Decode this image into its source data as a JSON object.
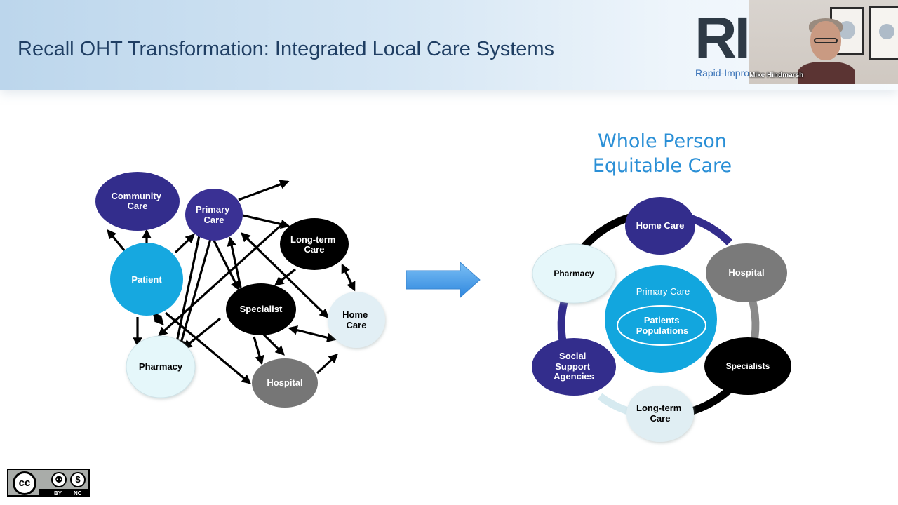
{
  "slide": {
    "title": "Recall OHT Transformation: Integrated Local Care Systems"
  },
  "logo": {
    "mark": "RI",
    "text": "Rapid-Impro"
  },
  "video": {
    "participant_name": "Mike Hindmarsh"
  },
  "license": {
    "cc": "cc",
    "by_label": "BY",
    "nc_label": "NC"
  },
  "left_diagram": {
    "nodes": [
      {
        "id": "community",
        "lines": [
          "Community",
          "Care"
        ],
        "fill": "#332d8c",
        "text_color": "#ffffff"
      },
      {
        "id": "primary",
        "lines": [
          "Primary",
          "Care"
        ],
        "fill": "#3a3194",
        "text_color": "#ffffff"
      },
      {
        "id": "longterm",
        "lines": [
          "Long-term",
          "Care"
        ],
        "fill": "#000000",
        "text_color": "#ffffff"
      },
      {
        "id": "patient",
        "lines": [
          "Patient"
        ],
        "fill": "#16a8e0",
        "text_color": "#ffffff"
      },
      {
        "id": "specialist",
        "lines": [
          "Specialist"
        ],
        "fill": "#000000",
        "text_color": "#ffffff"
      },
      {
        "id": "homecare",
        "lines": [
          "Home",
          "Care"
        ],
        "fill": "#e2eff5",
        "text_color": "#000000"
      },
      {
        "id": "pharmacy",
        "lines": [
          "Pharmacy"
        ],
        "fill": "#e5f7fa",
        "text_color": "#000000"
      },
      {
        "id": "hospital",
        "lines": [
          "Hospital"
        ],
        "fill": "#767676",
        "text_color": "#ffffff"
      }
    ]
  },
  "arrow_color": "#3b8fe0",
  "right_diagram": {
    "heading_line1": "Whole Person",
    "heading_line2": "Equitable Care",
    "hub_label": "Primary Care",
    "inner_lines": [
      "Patients",
      "Populations"
    ],
    "hub_fill": "#12a6de",
    "ring_segments": [
      "#332d8c",
      "#8a8a8a",
      "#000000",
      "#d6eaf0",
      "#332d8c",
      "#cde9f2"
    ],
    "nodes": [
      {
        "id": "r-homecare",
        "lines": [
          "Home Care"
        ],
        "fill": "#332d8c",
        "text_color": "#ffffff"
      },
      {
        "id": "r-hospital",
        "lines": [
          "Hospital"
        ],
        "fill": "#7a7a7a",
        "text_color": "#ffffff"
      },
      {
        "id": "r-specialists",
        "lines": [
          "Specialists"
        ],
        "fill": "#000000",
        "text_color": "#ffffff"
      },
      {
        "id": "r-longterm",
        "lines": [
          "Long-term",
          "Care"
        ],
        "fill": "#e0eef3",
        "text_color": "#000000"
      },
      {
        "id": "r-social",
        "lines": [
          "Social",
          "Support",
          "Agencies"
        ],
        "fill": "#332d8c",
        "text_color": "#ffffff"
      },
      {
        "id": "r-pharmacy",
        "lines": [
          "Pharmacy"
        ],
        "fill": "#e6f7fa",
        "text_color": "#000000"
      }
    ]
  }
}
